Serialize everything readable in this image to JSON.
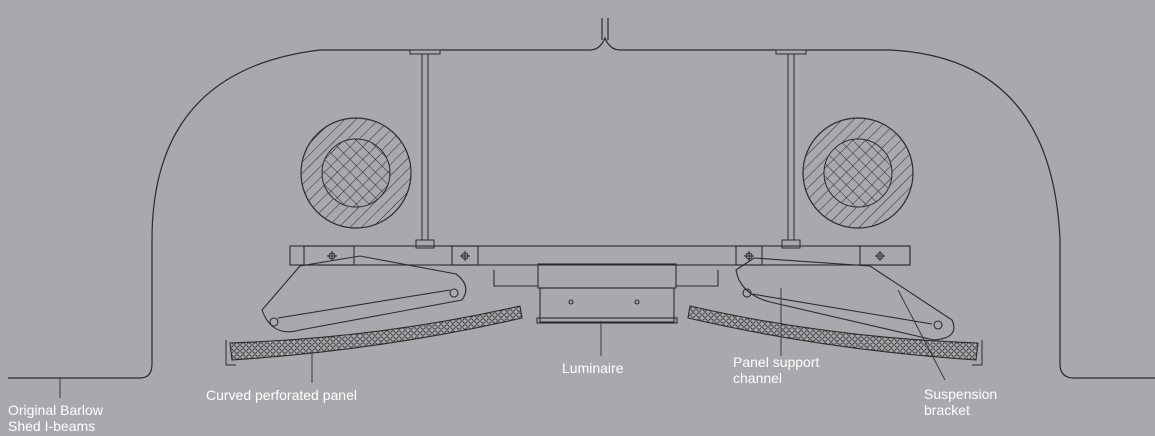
{
  "labels": {
    "barlow": {
      "line1": "Original Barlow",
      "line2": "Shed I-beams"
    },
    "curved_panel": "Curved perforated panel",
    "luminaire": "Luminaire",
    "support_channel": {
      "line1": "Panel support",
      "line2": "channel"
    },
    "suspension": {
      "line1": "Suspension",
      "line2": "bracket"
    }
  },
  "colors": {
    "background": "#a7a9ac",
    "linework": "#2b2b2b",
    "label_text": "#ffffff",
    "leader": "#3a3a3a"
  }
}
